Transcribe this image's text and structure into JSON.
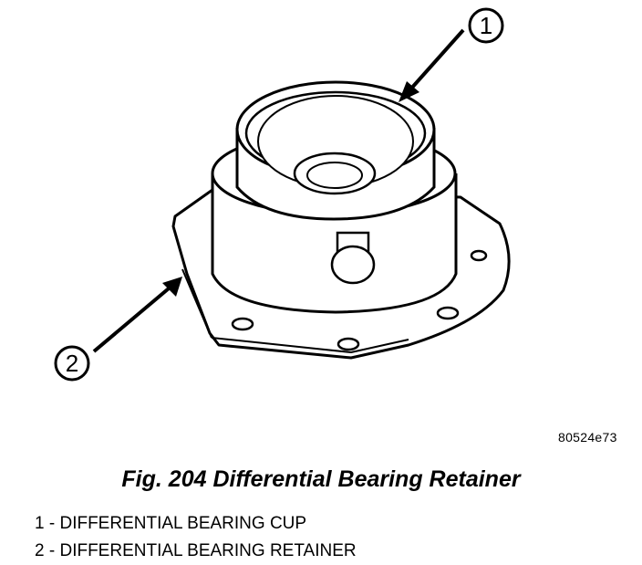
{
  "figure": {
    "code": "80524e73",
    "caption": "Fig. 204 Differential Bearing Retainer"
  },
  "callouts": [
    {
      "number": "1",
      "label": "DIFFERENTIAL BEARING CUP"
    },
    {
      "number": "2",
      "label": "DIFFERENTIAL BEARING RETAINER"
    }
  ],
  "legend_separator": " - "
}
